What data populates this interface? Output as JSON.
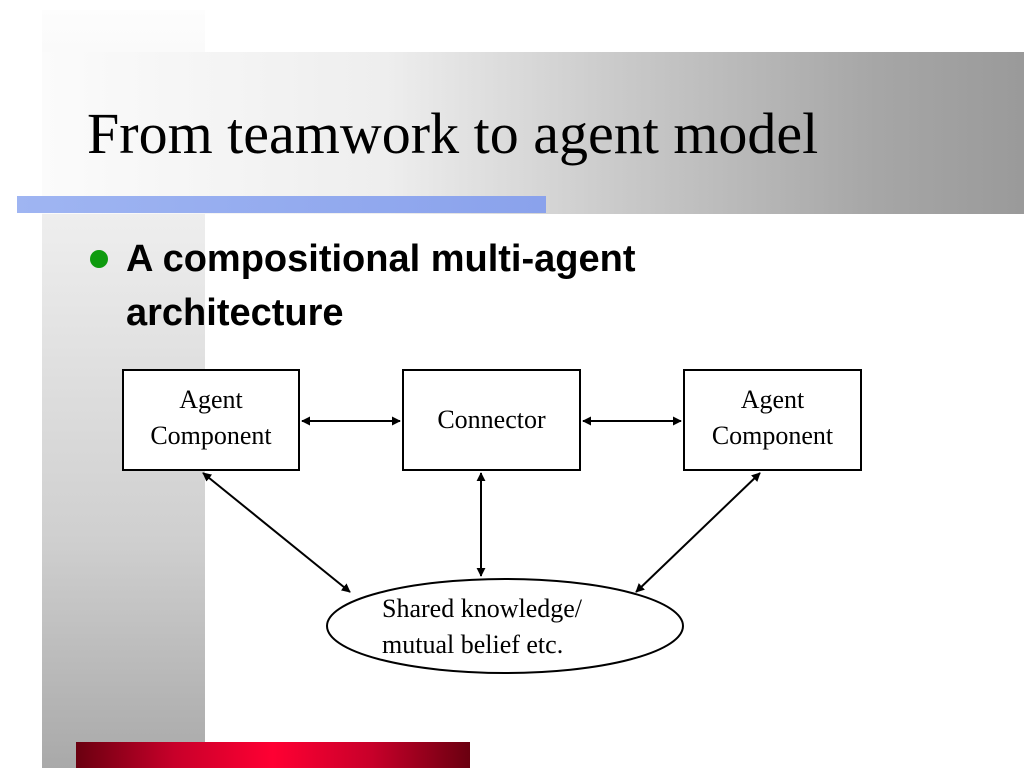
{
  "slide": {
    "title": "From teamwork to agent model",
    "bullet": "A compositional multi-agent architecture"
  },
  "diagram": {
    "left_component": {
      "line1": "Agent",
      "line2": "Component"
    },
    "connector": "Connector",
    "right_component": {
      "line1": "Agent",
      "line2": "Component"
    },
    "shared": {
      "line1": "Shared knowledge/",
      "line2": "mutual belief etc."
    }
  },
  "colors": {
    "bullet": "#0e9b0e",
    "accent_blue": "#94abef",
    "accent_red": "#ff0033"
  }
}
